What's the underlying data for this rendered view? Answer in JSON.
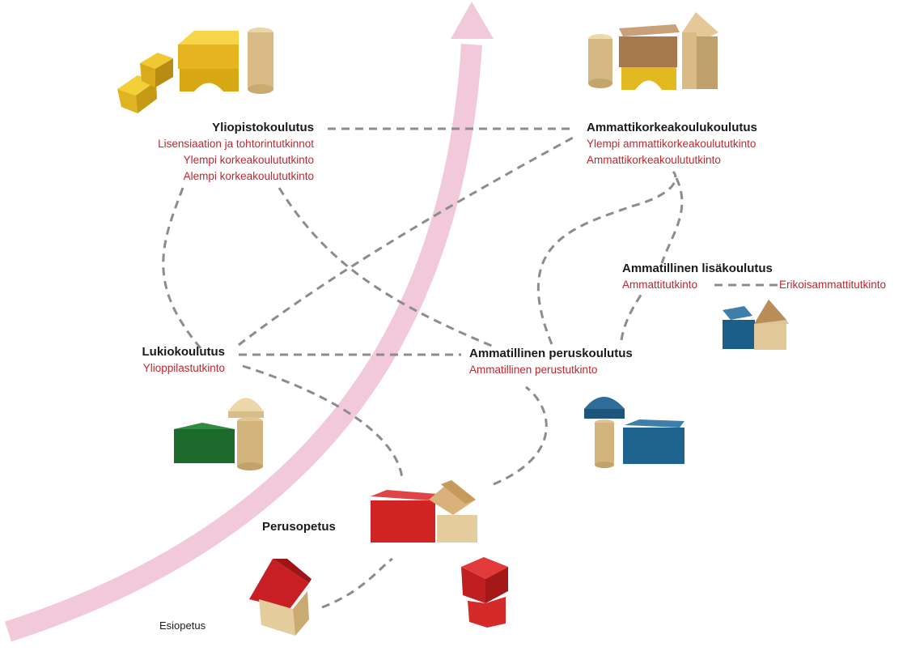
{
  "colors": {
    "arrow": "#f2c9da",
    "dash": "#8c8c8c",
    "heading": "#1a1a1a",
    "degree": "#c0272d"
  },
  "nodes": {
    "yliopisto": {
      "title": "Yliopistokoulutus",
      "items": [
        "Lisensiaation ja tohtorintutkinnot",
        "Ylempi korkeakoulututkinto",
        "Alempi korkeakoulututkinto"
      ]
    },
    "amk": {
      "title": "Ammattikorkeakoulukoulutus",
      "items": [
        "Ylempi ammattikorkeakoulututkinto",
        "Ammattikorkeakoulututkinto"
      ]
    },
    "lisakoulutus": {
      "title": "Ammatillinen lisäkoulutus",
      "items": [
        "Ammattitutkinto",
        "Erikoisammattitutkinto"
      ]
    },
    "lukio": {
      "title": "Lukiokoulutus",
      "items": [
        "Ylioppilastutkinto"
      ]
    },
    "peruskoulutus": {
      "title": "Ammatillinen peruskoulutus",
      "items": [
        "Ammatillinen perustutkinto"
      ]
    },
    "perusopetus": {
      "title": "Perusopetus"
    },
    "esiopetus": {
      "title": "Esiopetus"
    }
  },
  "block_icons": [
    "yellow-blocks-icon",
    "natural-blocks-icon",
    "blue-house-icon",
    "green-blocks-icon",
    "blue-blocks-icon",
    "red-house-icon",
    "red-roof-house-icon",
    "red-block-house-icon"
  ]
}
